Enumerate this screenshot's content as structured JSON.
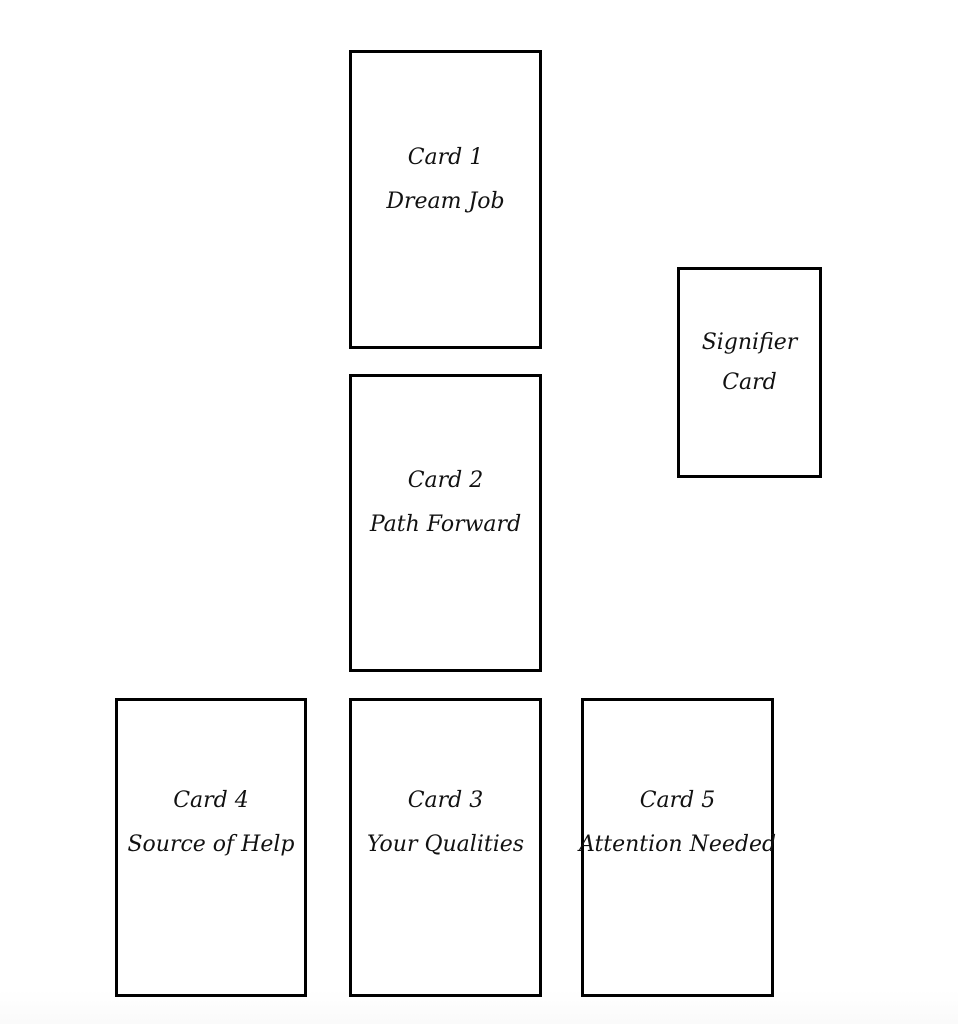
{
  "cards": {
    "card1": {
      "title": "Card 1",
      "meaning": "Dream Job"
    },
    "card2": {
      "title": "Card 2",
      "meaning": "Path Forward"
    },
    "card3": {
      "title": "Card 3",
      "meaning": "Your Qualities"
    },
    "card4": {
      "title": "Card 4",
      "meaning": "Source of Help"
    },
    "card5": {
      "title": "Card 5",
      "meaning": "Attention Needed"
    },
    "signifier": {
      "line1": "Signifier",
      "line2": "Card"
    }
  }
}
